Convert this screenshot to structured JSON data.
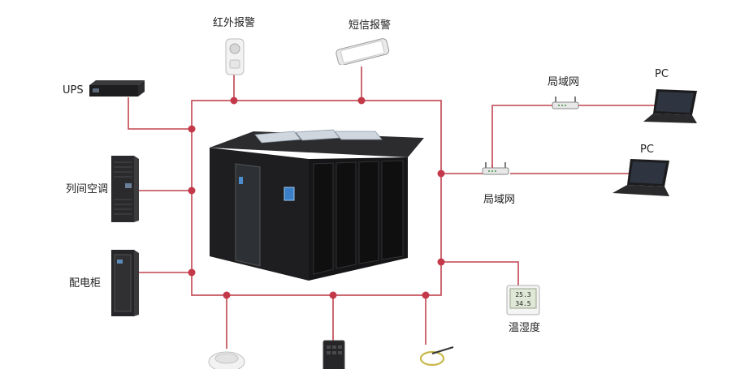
{
  "labels": {
    "infrared_alarm": "红外报警",
    "sms_alarm": "短信报警",
    "ups": "UPS",
    "row_ac": "列间空调",
    "power_cabinet": "配电柜",
    "lan_top": "局域网",
    "lan_main": "局域网",
    "pc_top": "PC",
    "pc_bottom": "PC",
    "temp_humidity": "温湿度"
  },
  "sensor_display": {
    "temperature": "25.3",
    "humidity": "34.5"
  },
  "colors": {
    "line": "#c0444f",
    "node": "#c4394a",
    "cabinet": "#1e1e20"
  }
}
